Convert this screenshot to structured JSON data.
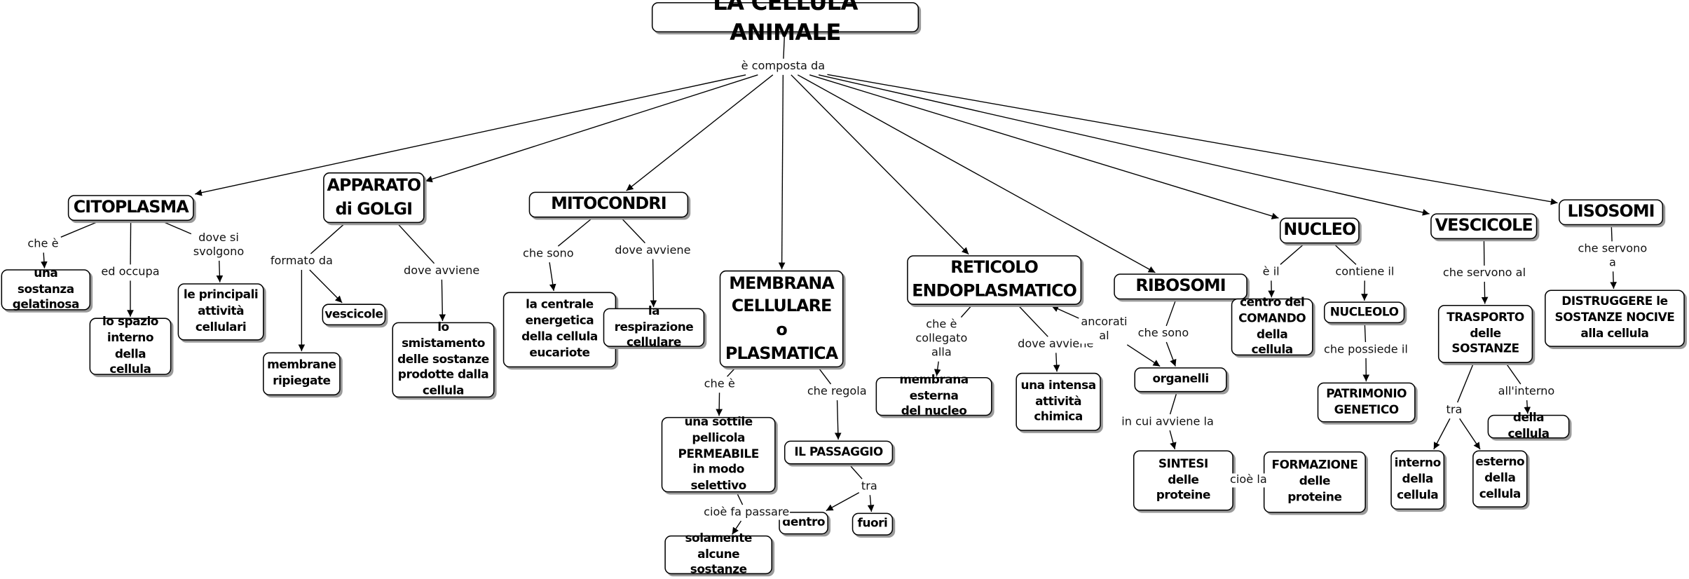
{
  "nodes": {
    "title": "LA CELLULA ANIMALE",
    "citoplasma": "CITOPLASMA",
    "golgi": "APPARATO\ndi GOLGI",
    "mitocondri": "MITOCONDRI",
    "membrana": "MEMBRANA\nCELLULARE\no\nPLASMATICA",
    "reticolo": "RETICOLO\nENDOPLASMATICO",
    "ribosomi": "RIBOSOMI",
    "nucleo": "NUCLEO",
    "vescicole": "VESCICOLE",
    "lisosomi": "LISOSOMI",
    "sostanza": "una sostanza\ngelatinosa",
    "spazio": "lo spazio\ninterno\ndella cellula",
    "attivita": "le principali\nattività\ncellulari",
    "membrane_rip": "membrane\nripiegate",
    "vescicole_g": "vescicole",
    "smistamento": "lo smistamento\ndelle sostanze\nprodotte dalla\ncellula",
    "centrale": "la centrale\nenergetica\ndella cellula\neucariote",
    "respirazione": "la respirazione\ncellulare",
    "pellicola": "una sottile\npellicola\nPERMEABILE\nin modo selettivo",
    "solamente": "solamente\nalcune sostanze",
    "passaggio": "IL PASSAGGIO",
    "dentro": "dentro",
    "fuori": "fuori",
    "membrana_est": "membrana esterna\ndel nucleo",
    "intensa": "una intensa\nattività\nchimica",
    "organelli": "organelli",
    "sintesi": "SINTESI\ndelle\nproteine",
    "formazione": "FORMAZIONE\ndelle\nproteine",
    "comando": "centro del\nCOMANDO\ndella cellula",
    "nucleolo": "NUCLEOLO",
    "patrimonio": "PATRIMONIO\nGENETICO",
    "trasporto": "TRASPORTO\ndelle\nSOSTANZE",
    "interno": "interno\ndella\ncellula",
    "esterno": "esterno\ndella\ncellula",
    "della_cellula": "della cellula",
    "distruggere": "DISTRUGGERE le\nSOSTANZE NOCIVE\nalla cellula"
  },
  "labels": {
    "composta": "è composta da",
    "cit_che": "che è",
    "cit_occupa": "ed occupa",
    "cit_svolgono": "dove si\nsvolgono",
    "gol_formato": "formato da",
    "gol_avviene": "dove avviene",
    "mit_sono": "che sono",
    "mit_avviene": "dove avviene",
    "mem_che": "che è",
    "mem_passare": "cioè fa passare",
    "mem_regola": "che regola",
    "pass_tra": "tra",
    "ret_collegato": "che è\ncollegato\nalla",
    "ret_avviene": "dove avviene",
    "rib_ancorati": "ancorati\nal",
    "rib_sono": "che sono",
    "org_avviene": "in cui avviene la",
    "sin_cioe": "cioè la",
    "nuc_il": "è il",
    "nuc_contiene": "contiene il",
    "ncl_possiede": "che possiede il",
    "ves_servono": "che servono al",
    "tra_tra": "tra",
    "tra_interno": "all'interno",
    "lis_servono": "che servono a"
  },
  "edges": [
    {
      "from": "title",
      "label": "composta",
      "to": [
        "citoplasma",
        "golgi",
        "mitocondri",
        "membrana",
        "reticolo",
        "ribosomi",
        "nucleo",
        "vescicole",
        "lisosomi"
      ]
    },
    {
      "from": "citoplasma",
      "label": "cit_che",
      "to": [
        "sostanza"
      ]
    },
    {
      "from": "citoplasma",
      "label": "cit_occupa",
      "to": [
        "spazio"
      ]
    },
    {
      "from": "citoplasma",
      "label": "cit_svolgono",
      "to": [
        "attivita"
      ]
    },
    {
      "from": "golgi",
      "label": "gol_formato",
      "to": [
        "membrane_rip",
        "vescicole_g"
      ]
    },
    {
      "from": "golgi",
      "label": "gol_avviene",
      "to": [
        "smistamento"
      ]
    },
    {
      "from": "mitocondri",
      "label": "mit_sono",
      "to": [
        "centrale"
      ]
    },
    {
      "from": "mitocondri",
      "label": "mit_avviene",
      "to": [
        "respirazione"
      ]
    },
    {
      "from": "membrana",
      "label": "mem_che",
      "to": [
        "pellicola"
      ]
    },
    {
      "from": "pellicola",
      "label": "mem_passare",
      "to": [
        "solamente"
      ]
    },
    {
      "from": "membrana",
      "label": "mem_regola",
      "to": [
        "passaggio"
      ]
    },
    {
      "from": "passaggio",
      "label": "pass_tra",
      "to": [
        "dentro",
        "fuori"
      ]
    },
    {
      "from": "reticolo",
      "label": "ret_collegato",
      "to": [
        "membrana_est"
      ]
    },
    {
      "from": "reticolo",
      "label": "ret_avviene",
      "to": [
        "intensa"
      ]
    },
    {
      "from": "reticolo",
      "label": "rib_ancorati",
      "to": [
        "organelli"
      ],
      "both": true
    },
    {
      "from": "ribosomi",
      "label": "rib_sono",
      "to": [
        "organelli"
      ]
    },
    {
      "from": "organelli",
      "label": "org_avviene",
      "to": [
        "sintesi"
      ]
    },
    {
      "from": "sintesi",
      "label": "sin_cioe",
      "to": [
        "formazione"
      ],
      "both": true
    },
    {
      "from": "nucleo",
      "label": "nuc_il",
      "to": [
        "comando"
      ]
    },
    {
      "from": "nucleo",
      "label": "nuc_contiene",
      "to": [
        "nucleolo"
      ]
    },
    {
      "from": "nucleolo",
      "label": "ncl_possiede",
      "to": [
        "patrimonio"
      ]
    },
    {
      "from": "vescicole",
      "label": "ves_servono",
      "to": [
        "trasporto"
      ]
    },
    {
      "from": "trasporto",
      "label": "tra_tra",
      "to": [
        "interno",
        "esterno"
      ]
    },
    {
      "from": "trasporto",
      "label": "tra_interno",
      "to": [
        "della_cellula"
      ]
    },
    {
      "from": "lisosomi",
      "label": "lis_servono",
      "to": [
        "distruggere"
      ]
    }
  ]
}
